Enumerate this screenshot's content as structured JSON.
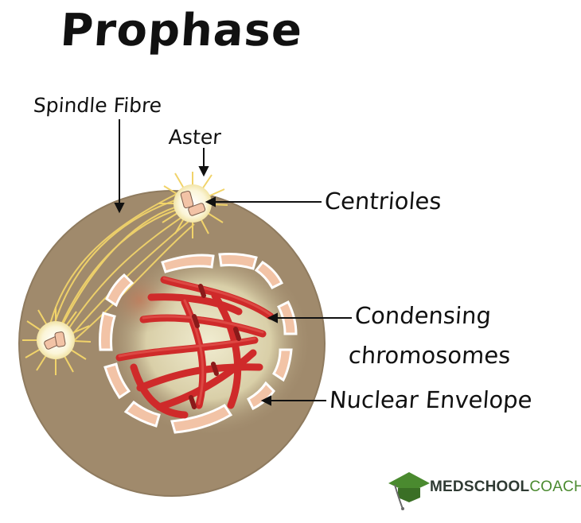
{
  "title": "Prophase",
  "labels": {
    "spindle_fibre": "Spindle Fibre",
    "aster": "Aster",
    "centrioles": "Centrioles",
    "condensing": "Condensing",
    "chromosomes": "chromosomes",
    "nuclear_envelope": "Nuclear Envelope"
  },
  "logo": {
    "part1": "MEDSCHOOL",
    "part2": "COACH"
  },
  "colors": {
    "cell": "#a08a6c",
    "cell_edge": "#8f7b5f",
    "nucleus_glow": "#e8e3bf",
    "chromosome": "#cf2a2a",
    "envelope": "#f2c3a6",
    "spindle": "#f1d36a",
    "logo_green": "#4a8a2f"
  }
}
